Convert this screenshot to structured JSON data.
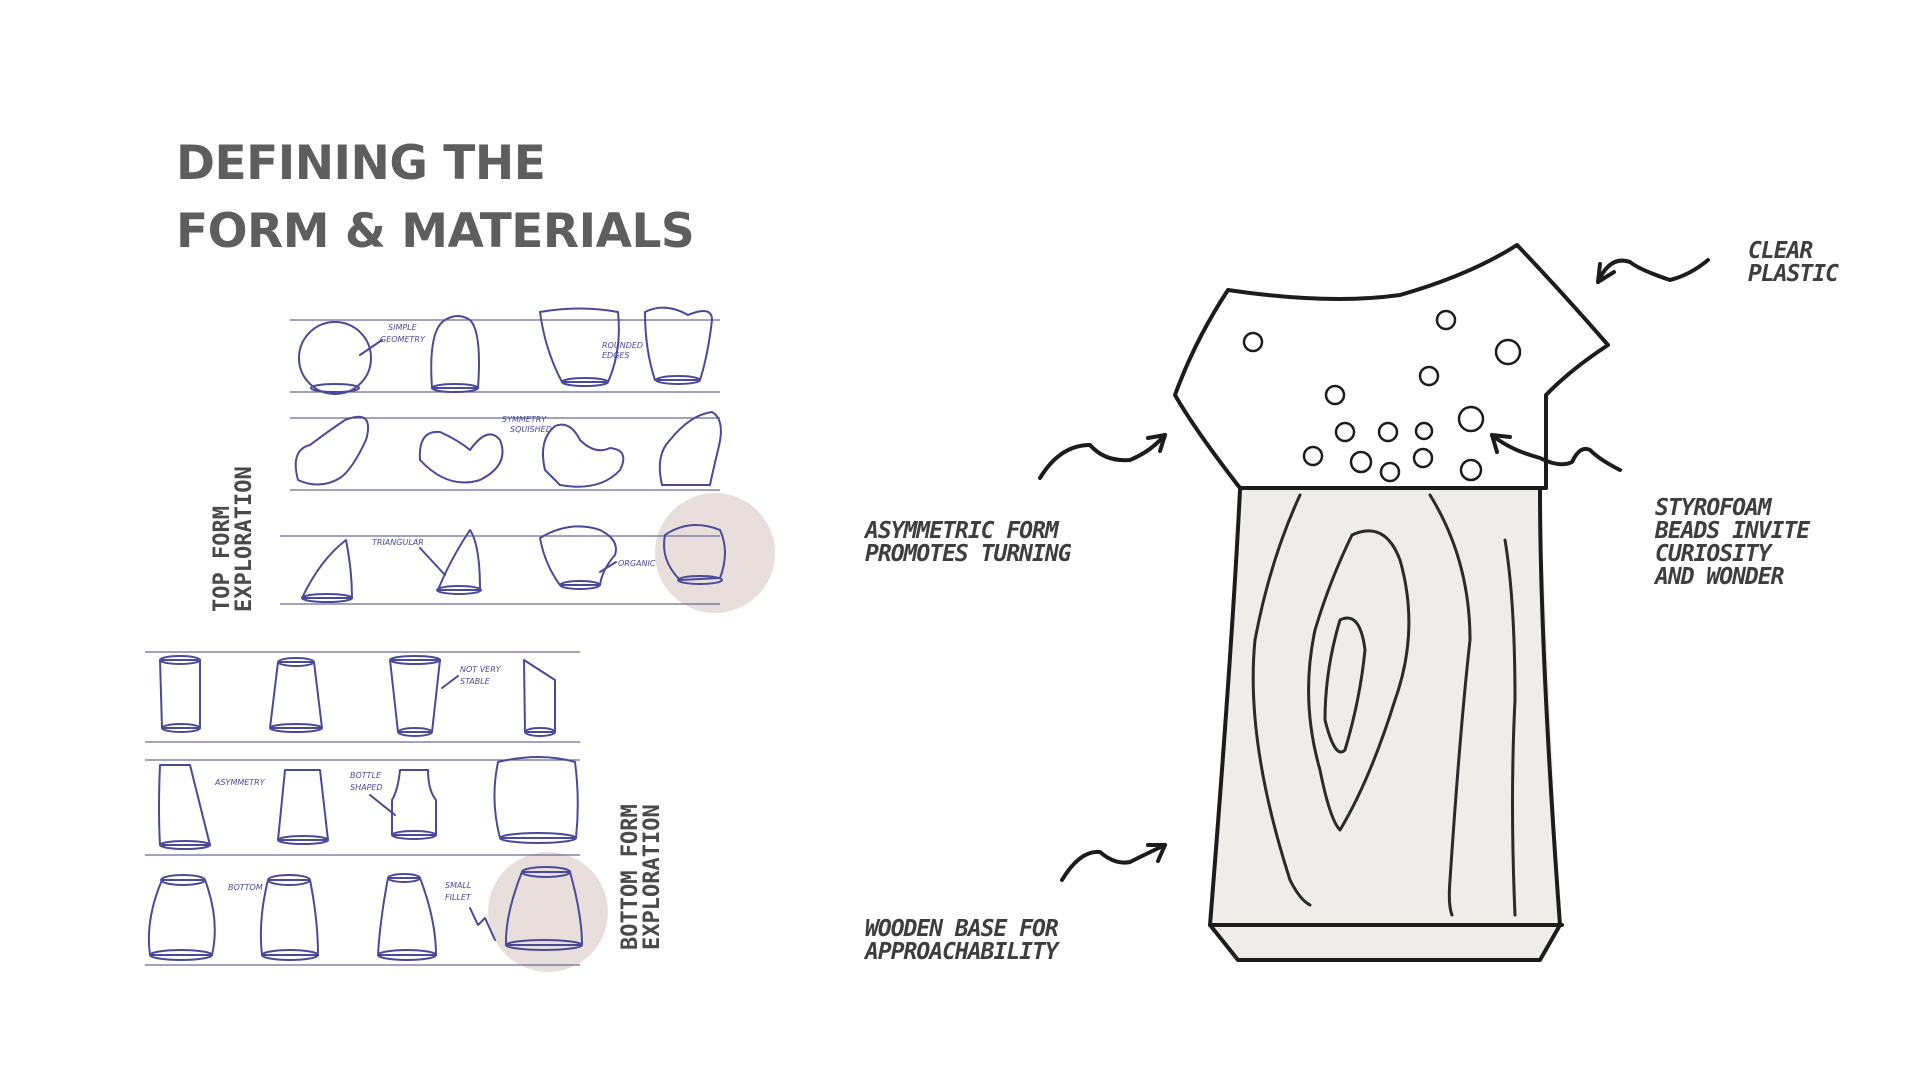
{
  "slide": {
    "title_line1": "DEFINING THE",
    "title_line2": "FORM & MATERIALS"
  },
  "sketches": {
    "top_label_line1": "TOP FORM",
    "top_label_line2": "EXPLORATION",
    "bottom_label_line1": "BOTTOM FORM",
    "bottom_label_line2": "EXPLORATION",
    "highlight_color": "#e8dedc",
    "ink_color": "#4b4a99",
    "notes": {
      "simple_geometry": "SIMPLE GEOMETRY",
      "round_edges": "ROUNDED EDGES",
      "symmetry": "SYMMETRY SQUISHED",
      "triangular": "TRIANGULAR",
      "organic": "ORGANIC",
      "not_very_stable": "NOT VERY STABLE",
      "asymmetry": "ASYMMETRY",
      "bottle_shaped": "BOTTLE SHAPED",
      "bottom": "BOTTOM",
      "small_fillet": "SMALL FILLET"
    }
  },
  "concept": {
    "clear_plastic_line1": "CLEAR",
    "clear_plastic_line2": "PLASTIC",
    "asym_line1": "ASYMMETRIC FORM",
    "asym_line2": "PROMOTES TURNING",
    "styro_line1": "STYROFOAM",
    "styro_line2": "BEADS INVITE",
    "styro_line3": "CURIOSITY",
    "styro_line4": "AND WONDER",
    "wood_line1": "WOODEN BASE FOR",
    "wood_line2": "APPROACHABILITY",
    "wood_fill": "#efedea"
  }
}
